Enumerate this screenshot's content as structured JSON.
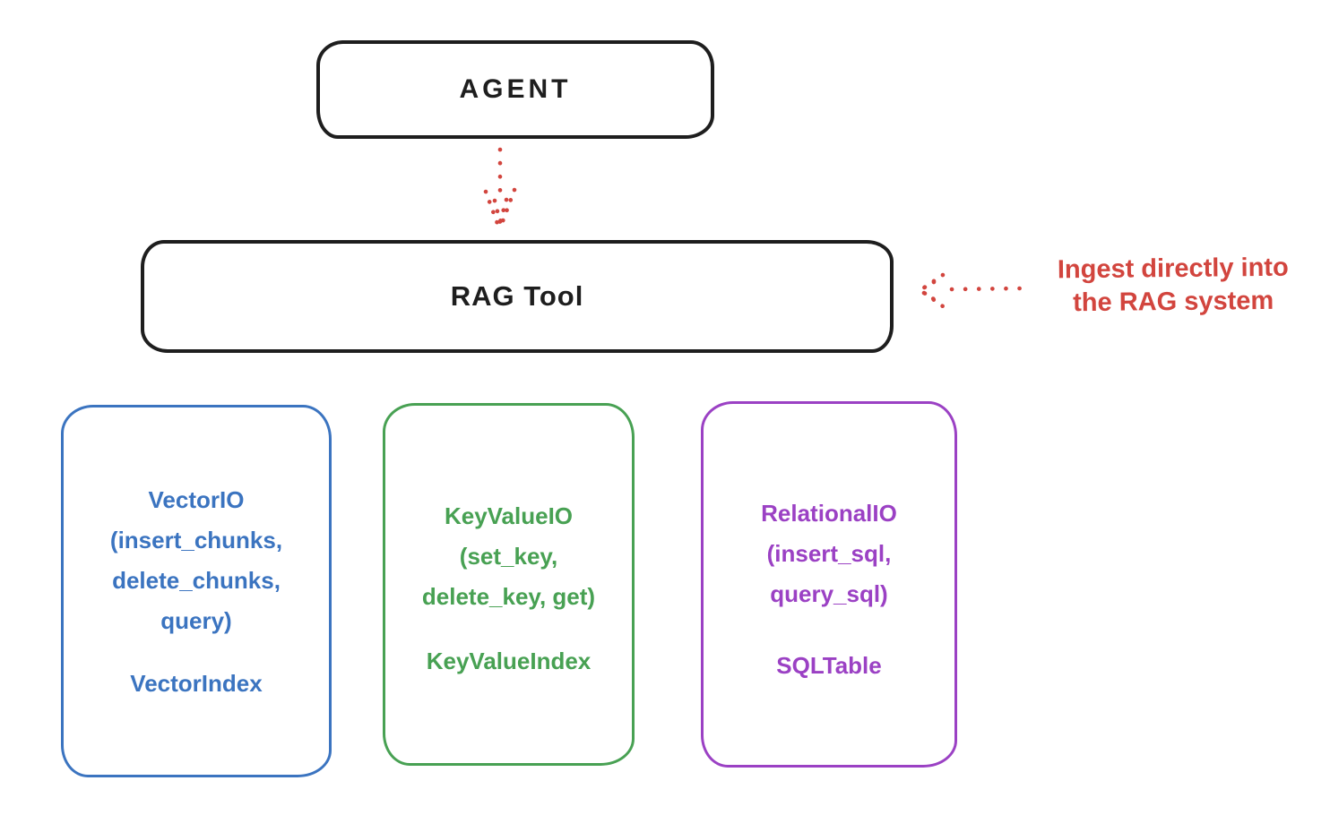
{
  "diagram": {
    "agent": {
      "label": "AGENT"
    },
    "rag_tool": {
      "label": "RAG Tool"
    },
    "annotation": {
      "line1": "Ingest directly into",
      "line2": "the RAG system"
    },
    "arrows": [
      {
        "name": "agent-to-rag-tool",
        "style": "dotted",
        "direction": "down"
      },
      {
        "name": "annotation-to-rag-tool",
        "style": "dotted",
        "direction": "left"
      }
    ],
    "storage_boxes": [
      {
        "name": "VectorIO",
        "color": "#3b74c0",
        "lines": [
          "VectorIO",
          "(insert_chunks,",
          "delete_chunks,",
          "query)"
        ],
        "index_label": "VectorIndex"
      },
      {
        "name": "KeyValueIO",
        "color": "#48a153",
        "lines": [
          "KeyValueIO",
          "(set_key,",
          "delete_key, get)"
        ],
        "index_label": "KeyValueIndex"
      },
      {
        "name": "RelationalIO",
        "color": "#9b41c4",
        "lines": [
          "RelationalIO",
          "(insert_sql,",
          "query_sql)"
        ],
        "index_label": "SQLTable"
      }
    ],
    "colors": {
      "stroke": "#1e1e1e",
      "red": "#d2453e",
      "blue": "#3b74c0",
      "green": "#48a153",
      "purple": "#9b41c4"
    }
  }
}
